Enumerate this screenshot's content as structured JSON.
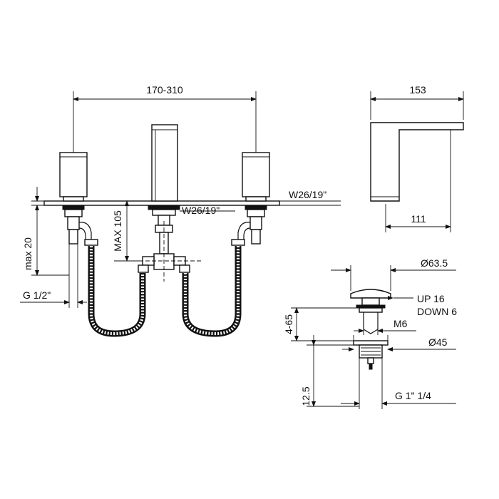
{
  "dimensions": {
    "spread": "170-310",
    "spout_length": "153",
    "spout_reach": "111",
    "deck_right": "W26/19\"",
    "deck_center": "W26/19\"",
    "max_thickness": "MAX 105",
    "max_shank": "max 20",
    "inlet_thread": "G 1/2\"",
    "waste_head_dia": "Ø63.5",
    "waste_travel": "UP 16\nDOWN 6",
    "waste_travel_up": "UP 16",
    "waste_travel_down": "DOWN 6",
    "waste_stroke": "4-65",
    "waste_screw": "M6",
    "waste_flange_dia": "Ø45",
    "waste_body_len": "12.5",
    "waste_thread": "G 1\" 1/4"
  }
}
